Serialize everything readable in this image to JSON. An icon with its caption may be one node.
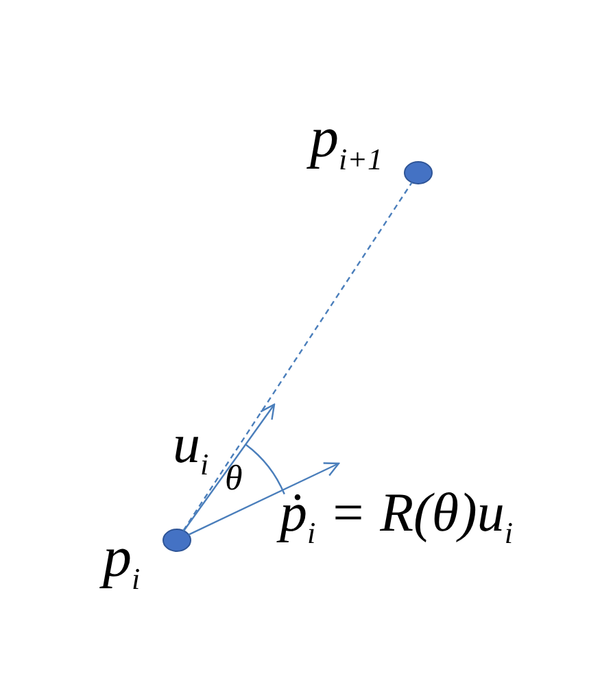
{
  "diagram": {
    "nodes": [
      {
        "text": [
          "p$_{i+1}$"
        ]
      },
      {
        "text": [
          "p$_{i}$"
        ]
      }
    ],
    "edges": [
      {
        "from": 1,
        "to": 0,
        "arrow": "none",
        "style": "dashed"
      },
      {
        "from": 1,
        "to": null,
        "arrow": "to",
        "label": "u$_{i}$"
      },
      {
        "from": 1,
        "to": null,
        "arrow": "to",
        "label": "ṗ$_{i}$ = R(θ)u$_{i}$"
      }
    ],
    "labels": [
      "θ"
    ]
  }
}
